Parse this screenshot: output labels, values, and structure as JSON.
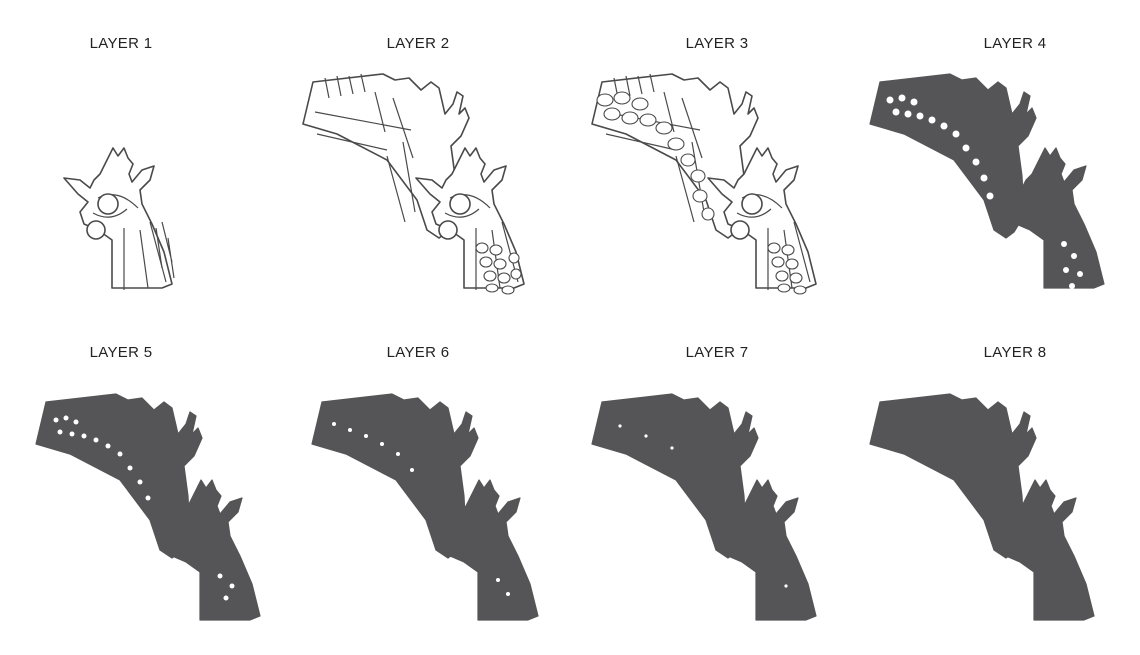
{
  "layers": [
    {
      "label": "LAYER 1"
    },
    {
      "label": "LAYER 2"
    },
    {
      "label": "LAYER 3"
    },
    {
      "label": "LAYER 4"
    },
    {
      "label": "LAYER 5"
    },
    {
      "label": "LAYER 6"
    },
    {
      "label": "LAYER 7"
    },
    {
      "label": "LAYER 8"
    }
  ]
}
